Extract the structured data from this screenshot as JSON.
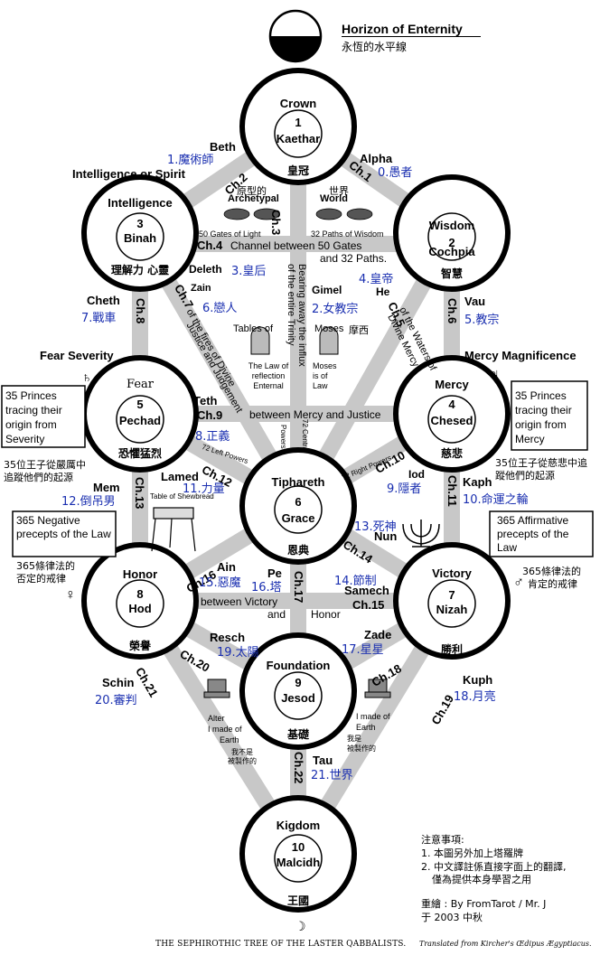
{
  "header": {
    "title": "Horizon of Enternity",
    "subtitle_cjk": "永恆的水平線"
  },
  "nodes": [
    {
      "key": "crown",
      "name": "Crown",
      "number": "1",
      "hebrew": "Kaethar",
      "cjk": "皇冠"
    },
    {
      "key": "wisdom",
      "name": "Wisdom",
      "number": "2",
      "hebrew": "Cochpia",
      "cjk": "智慧"
    },
    {
      "key": "intelligence",
      "name": "Intelligence",
      "number": "3",
      "hebrew": "Binah",
      "cjk": "理解力 心靈"
    },
    {
      "key": "mercy",
      "name": "Mercy",
      "number": "4",
      "hebrew": "Chesed",
      "cjk": "慈悲"
    },
    {
      "key": "fear",
      "name": "Fear",
      "number": "5",
      "hebrew": "Pechad",
      "cjk": "恐懼猛烈"
    },
    {
      "key": "grace",
      "name": "Tiphareth",
      "number": "6",
      "hebrew": "Grace",
      "cjk": "恩典"
    },
    {
      "key": "victory",
      "name": "Victory",
      "number": "7",
      "hebrew": "Nizah",
      "cjk": "勝利"
    },
    {
      "key": "honor",
      "name": "Honor",
      "number": "8",
      "hebrew": "Hod",
      "cjk": "榮譽"
    },
    {
      "key": "foundation",
      "name": "Foundation",
      "number": "9",
      "hebrew": "Jesod",
      "cjk": "基礎"
    },
    {
      "key": "kingdom",
      "name": "Kigdom",
      "number": "10",
      "hebrew": "Malcidh",
      "cjk": "王國"
    }
  ],
  "channels": {
    "ch1": "Ch.1",
    "ch2": "Ch.2",
    "ch3": "Ch.3",
    "ch4": "Ch.4",
    "ch5": "Ch.5",
    "ch6": "Ch.6",
    "ch7": "Ch.7",
    "ch8": "Ch.8",
    "ch9": "Ch.9",
    "ch10": "Ch.10",
    "ch11": "Ch.11",
    "ch12": "Ch.12",
    "ch13": "Ch.13",
    "ch14": "Ch.14",
    "ch15": "Ch.15",
    "ch16": "Ch.16",
    "ch17": "Ch.17",
    "ch18": "Ch.18",
    "ch19": "Ch.19",
    "ch20": "Ch.20",
    "ch21": "Ch.21",
    "ch22": "Ch.22"
  },
  "letters": {
    "beth": "Beth",
    "beth_cjk": "1.魔術師",
    "alpha": "Alpha",
    "alpha_cjk": "0.愚者",
    "intelligence_spirit": "Intelligence or Spirit",
    "deleth": "Deleth",
    "deleth_cjk": "3.皇后",
    "he_cjk": "4.皇帝",
    "he": "He",
    "gimel": "Gimel",
    "gimel_cjk": "2.女教宗",
    "zain": "Zain",
    "zain_cjk": "6.戀人",
    "cheth": "Cheth",
    "cheth_cjk": "7.戰車",
    "vau": "Vau",
    "vau_cjk": "5.教宗",
    "fear_severity": "Fear Severity",
    "mercy_magnificence": "Mercy Magnificence",
    "teth": "Teth",
    "teth_cjk": "8.正義",
    "lamed": "Lamed",
    "lamed_cjk": "11.力量",
    "mem": "Mem",
    "mem_cjk": "12.倒吊男",
    "iod": "Iod",
    "iod_cjk": "9.隱者",
    "kaph": "Kaph",
    "kaph_cjk": "10.命運之輪",
    "death_cjk": "13.死神",
    "nun": "Nun",
    "ain": "Ain",
    "ain_cjk": "15.惡魔",
    "pe": "Pe",
    "pe_cjk": "16.塔",
    "temperance_cjk": "14.節制",
    "samech": "Samech",
    "resch": "Resch",
    "resch_cjk": "19.太陽",
    "zade": "Zade",
    "zade_cjk": "17.星星",
    "schin": "Schin",
    "schin_cjk": "20.審判",
    "kuph": "Kuph",
    "kuph_cjk": "18.月亮",
    "tau": "Tau",
    "tau_cjk": "21.世界"
  },
  "annotations": {
    "archetypal_cjk": "原型的",
    "archetypal": "Archetypal",
    "world_cjk": "世界",
    "world": "World",
    "gates": "50 Gates of Light",
    "paths": "32 Paths of Wisdom",
    "channel_between_1": "Channel between 50 Gates",
    "channel_between_2": "and 32 Paths.",
    "bearing": "Bearing away the influx",
    "bearing2": "of the entire Trinity",
    "fires": "of the fires of Divine",
    "justice": "Justice and Judgement",
    "waters": "of the Waters of",
    "divine_mercy": "Divine Mercy",
    "tables_of": "Tables of",
    "moses": "Moses",
    "moses_cjk": "摩西",
    "law_reflection": "The Law of reflection Enternal",
    "moses_law": "Moses is of Law",
    "between_mercy_justice": "between Mercy and Justice",
    "left_powers": "72 Left Powers",
    "right_powers": "72 Right Powers",
    "central": "72 Central",
    "powers": "Powers",
    "shewbread": "Table of Shewbread",
    "between_victory": "between Victory",
    "and": "and",
    "honor_word": "Honor",
    "alter": "Alter",
    "made_of": "I made of",
    "earth": "Earth",
    "alter2": "I made of",
    "earth2": "Earth",
    "meaning_cjk_l": "我不是",
    "meaning_cjk_l2": "被製作的",
    "meaning_cjk_r": "我是",
    "meaning_cjk_r2": "被製作的"
  },
  "side_boxes": {
    "left_princes": "35 Princes tracing their origin from Severity",
    "left_princes_cjk": "35位王子從嚴厲中追蹤他們的起源",
    "right_princes": "35 Princes tracing their origin from Mercy",
    "right_princes_cjk": "35位王子從慈悲中追蹤他們的起源",
    "negative": "365 Negative precepts of the Law",
    "negative_cjk_1": "365條律法的",
    "negative_cjk_2": "否定的戒律",
    "affirmative": "365 Affirmative precepts of the Law",
    "affirmative_cjk_1": "365條律法的",
    "affirmative_cjk_2": "肯定的戒律"
  },
  "notes": {
    "title": "注意事項:",
    "item1": "1. 本圖另外加上塔羅牌",
    "item2": "2. 中文譯註係直接字面上的翻譯,",
    "item2b": "僅為提供本身學習之用",
    "credit": "重繪 : By FromTarot / Mr. J",
    "date": "于  2003  中秋"
  },
  "footer": {
    "caption": "THE SEPHIROTHIC TREE OF THE LASTER QABBALISTS.",
    "source": "Translated from Kircher's Œdipus Ægyptiacus."
  },
  "symbols": {
    "saturn": "♄",
    "jupiter": "♃",
    "venus": "♀",
    "mars": "♂",
    "moon": "☽"
  }
}
